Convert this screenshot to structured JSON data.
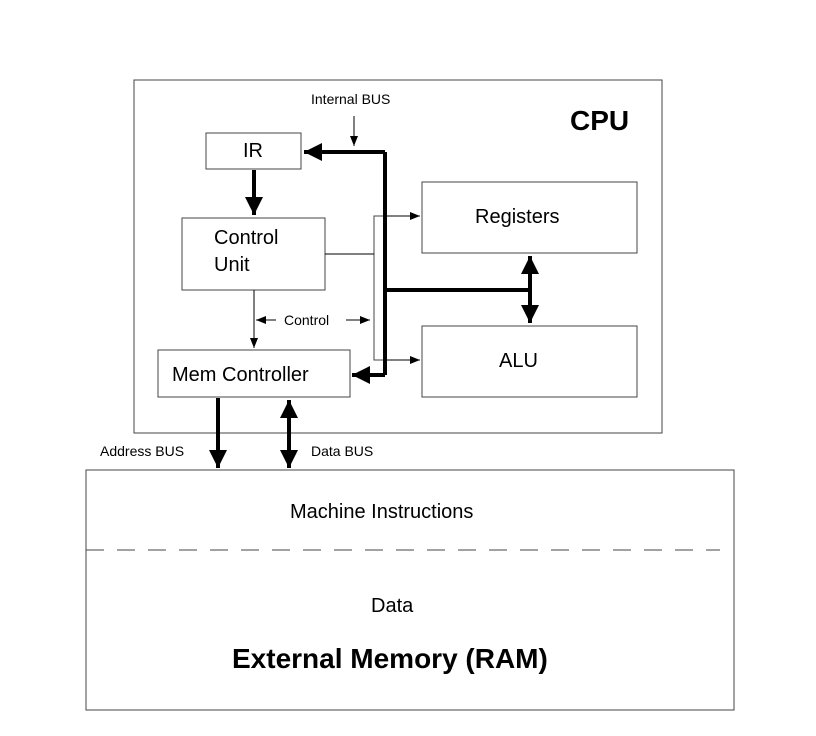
{
  "cpu": {
    "title": "CPU",
    "internal_bus_label": "Internal BUS",
    "ir_label": "IR",
    "control_unit_label_line1": "Control",
    "control_unit_label_line2": "Unit",
    "registers_label": "Registers",
    "alu_label": "ALU",
    "control_label": "Control",
    "mem_controller_label": "Mem Controller"
  },
  "buses": {
    "address_bus_label": "Address BUS",
    "data_bus_label": "Data BUS"
  },
  "memory": {
    "machine_instructions_label": "Machine Instructions",
    "data_label": "Data",
    "title": "External Memory (RAM)"
  }
}
